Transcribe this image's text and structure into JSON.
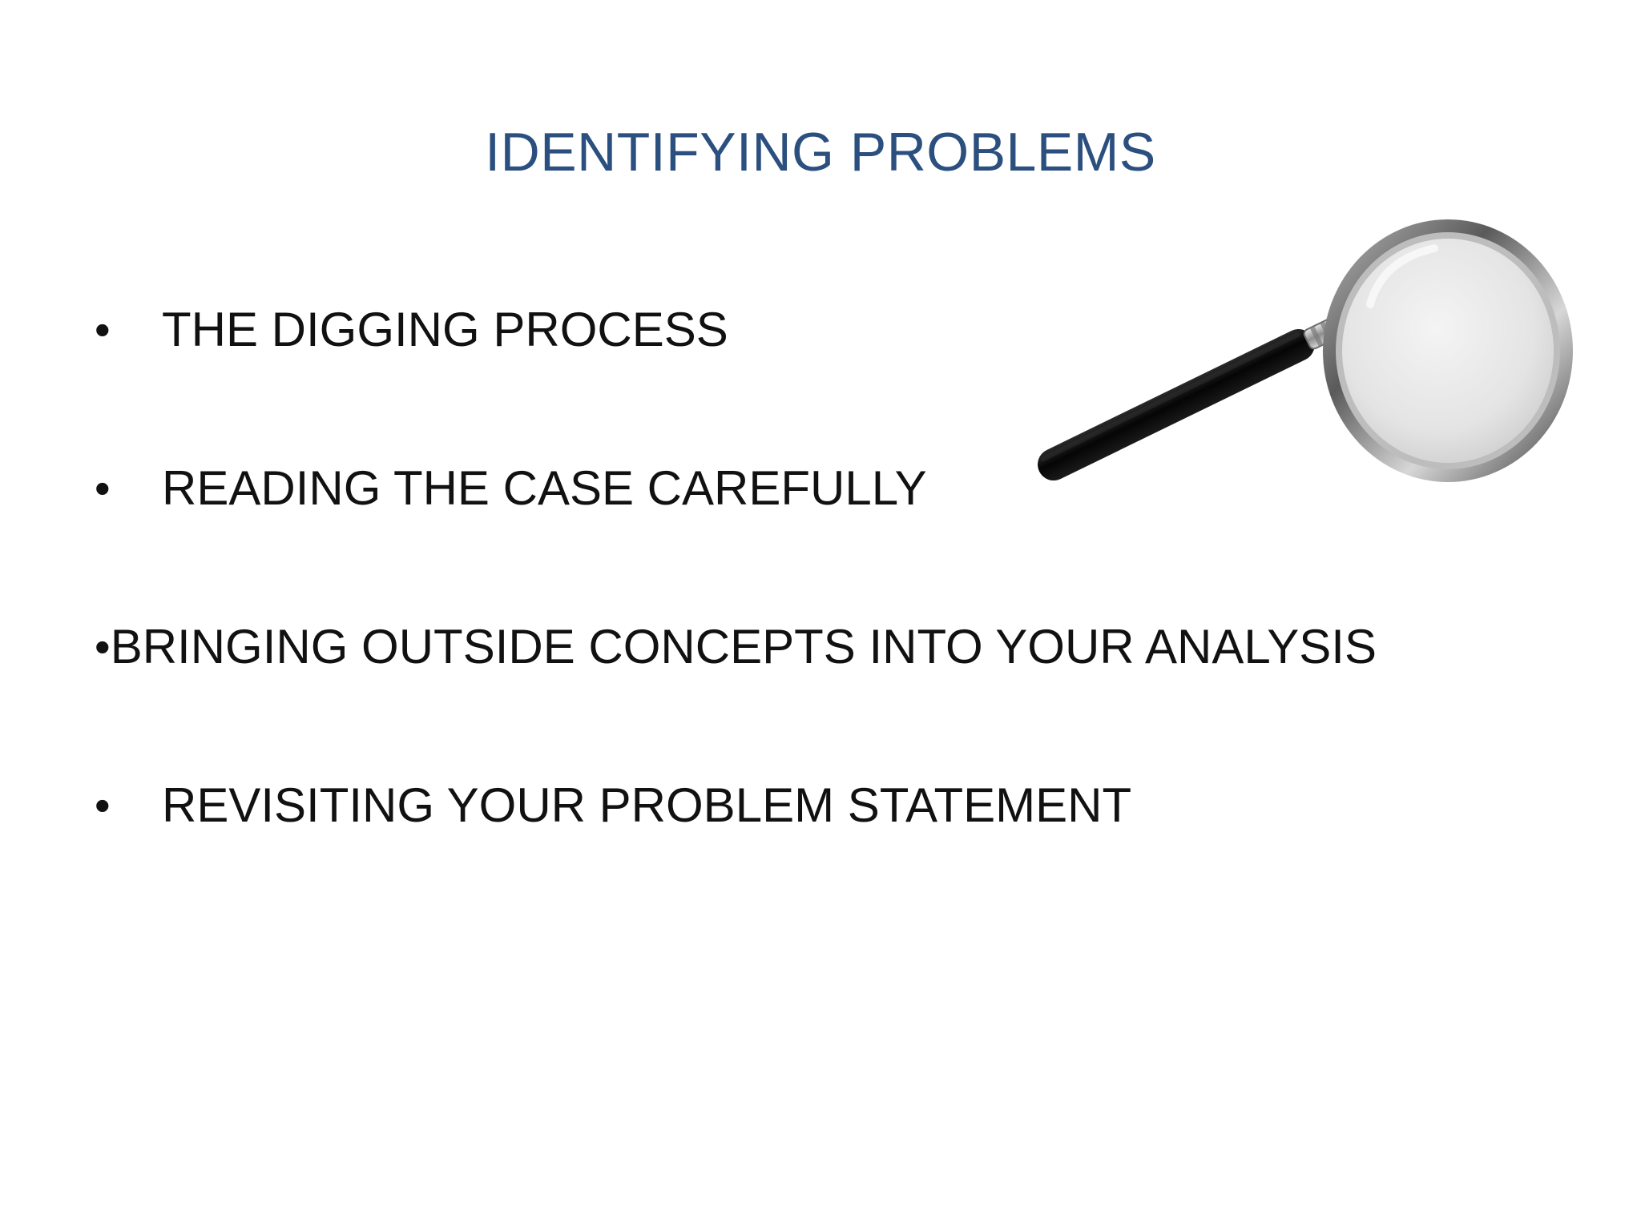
{
  "slide": {
    "title": "IDENTIFYING PROBLEMS",
    "bullet_glyph": "•",
    "bullets": [
      "THE DIGGING PROCESS",
      "READING THE CASE CAREFULLY",
      "BRINGING OUTSIDE CONCEPTS INTO YOUR ANALYSIS",
      "REVISITING YOUR PROBLEM STATEMENT"
    ],
    "image": {
      "icon": "magnifying-glass-icon"
    }
  },
  "colors": {
    "title": "#2b4f7e",
    "text": "#111111",
    "background": "#ffffff"
  }
}
